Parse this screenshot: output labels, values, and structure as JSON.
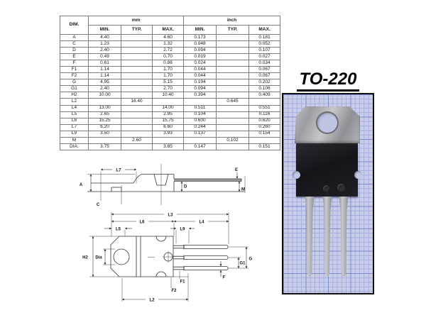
{
  "package": {
    "title": "TO-220"
  },
  "dimension_table": {
    "col_headers": {
      "dim": "DIM.",
      "mm": "mm",
      "inch": "inch",
      "min": "MIN.",
      "typ": "TYP.",
      "max": "MAX."
    },
    "rows": [
      {
        "dim": "A",
        "mm_min": "4.40",
        "mm_typ": "",
        "mm_max": "4.60",
        "in_min": "0.173",
        "in_typ": "",
        "in_max": "0.181"
      },
      {
        "dim": "C",
        "mm_min": "1.23",
        "mm_typ": "",
        "mm_max": "1.32",
        "in_min": "0.048",
        "in_typ": "",
        "in_max": "0.052"
      },
      {
        "dim": "D",
        "mm_min": "2.40",
        "mm_typ": "",
        "mm_max": "2.72",
        "in_min": "0.094",
        "in_typ": "",
        "in_max": "0.107"
      },
      {
        "dim": "E",
        "mm_min": "0.49",
        "mm_typ": "",
        "mm_max": "0.70",
        "in_min": "0.019",
        "in_typ": "",
        "in_max": "0.027"
      },
      {
        "dim": "F",
        "mm_min": "0.61",
        "mm_typ": "",
        "mm_max": "0.88",
        "in_min": "0.024",
        "in_typ": "",
        "in_max": "0.034"
      },
      {
        "dim": "F1",
        "mm_min": "1.14",
        "mm_typ": "",
        "mm_max": "1.70",
        "in_min": "0.044",
        "in_typ": "",
        "in_max": "0.067"
      },
      {
        "dim": "F2",
        "mm_min": "1.14",
        "mm_typ": "",
        "mm_max": "1.70",
        "in_min": "0.044",
        "in_typ": "",
        "in_max": "0.067"
      },
      {
        "dim": "G",
        "mm_min": "4.95",
        "mm_typ": "",
        "mm_max": "5.15",
        "in_min": "0.194",
        "in_typ": "",
        "in_max": "0.202"
      },
      {
        "dim": "G1",
        "mm_min": "2.40",
        "mm_typ": "",
        "mm_max": "2.70",
        "in_min": "0.094",
        "in_typ": "",
        "in_max": "0.106"
      },
      {
        "dim": "H2",
        "mm_min": "10.00",
        "mm_typ": "",
        "mm_max": "10.40",
        "in_min": "0.394",
        "in_typ": "",
        "in_max": "0.409"
      },
      {
        "dim": "L2",
        "mm_min": "",
        "mm_typ": "16.40",
        "mm_max": "",
        "in_min": "",
        "in_typ": "0.645",
        "in_max": ""
      },
      {
        "dim": "L4",
        "mm_min": "13.00",
        "mm_typ": "",
        "mm_max": "14.00",
        "in_min": "0.511",
        "in_typ": "",
        "in_max": "0.551"
      },
      {
        "dim": "L5",
        "mm_min": "2.65",
        "mm_typ": "",
        "mm_max": "2.95",
        "in_min": "0.104",
        "in_typ": "",
        "in_max": "0.116"
      },
      {
        "dim": "L6",
        "mm_min": "15.25",
        "mm_typ": "",
        "mm_max": "15.75",
        "in_min": "0.600",
        "in_typ": "",
        "in_max": "0.620"
      },
      {
        "dim": "L7",
        "mm_min": "6.20",
        "mm_typ": "",
        "mm_max": "6.60",
        "in_min": "0.244",
        "in_typ": "",
        "in_max": "0.260"
      },
      {
        "dim": "L9",
        "mm_min": "3.50",
        "mm_typ": "",
        "mm_max": "3.93",
        "in_min": "0.137",
        "in_typ": "",
        "in_max": "0.154"
      },
      {
        "dim": "M",
        "mm_min": "",
        "mm_typ": "2.60",
        "mm_max": "",
        "in_min": "",
        "in_typ": "0.102",
        "in_max": ""
      },
      {
        "dim": "DIA.",
        "mm_min": "3.75",
        "mm_typ": "",
        "mm_max": "3.85",
        "in_min": "0.147",
        "in_typ": "",
        "in_max": "0.151"
      }
    ]
  },
  "diagram_labels": {
    "side": {
      "a": "A",
      "c": "C",
      "l7": "L7",
      "d": "D",
      "e": "E",
      "m": "M"
    },
    "front": {
      "l3": "L3",
      "l6": "L6",
      "l4": "L4",
      "l5": "L5",
      "l9": "L9",
      "h2": "H2",
      "dia": "Dia",
      "g": "G",
      "g1": "G1",
      "f": "F",
      "f1": "F1",
      "f2": "F2",
      "l2": "L2"
    }
  },
  "colors": {
    "graph_paper": "#c9cde9",
    "grid_line": "#7e8cc9",
    "metal_tab": "#a9aaae",
    "plastic_body": "#17171d",
    "lead_metal": "#b4b5ba",
    "drawing_line": "#333333"
  }
}
